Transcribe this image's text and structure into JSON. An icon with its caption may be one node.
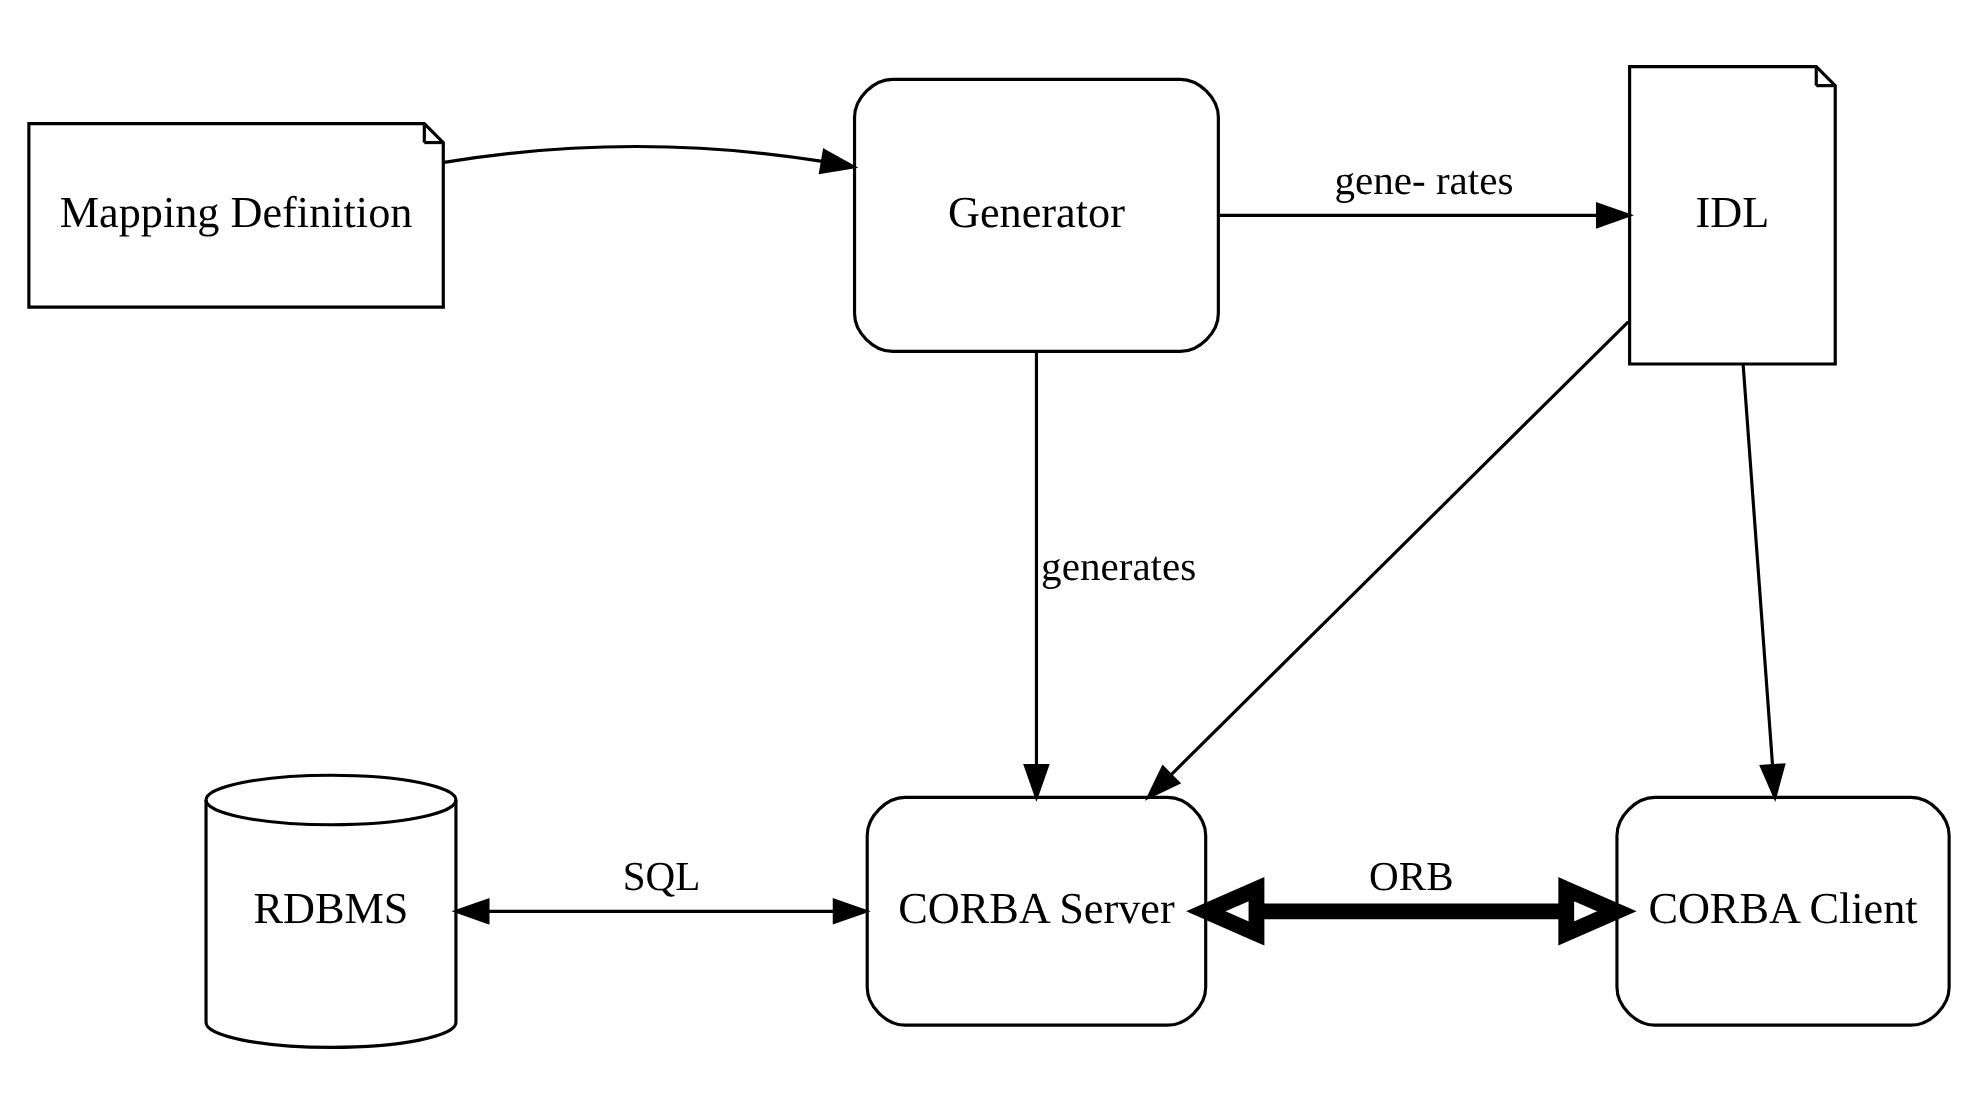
{
  "diagram": {
    "nodes": [
      {
        "text": [
          "Mapping Definition"
        ]
      },
      {
        "text": [
          "Generator"
        ]
      },
      {
        "text": [
          "IDL"
        ]
      },
      {
        "text": [
          "RDBMS"
        ]
      },
      {
        "text": [
          "CORBA Server"
        ]
      },
      {
        "text": [
          "CORBA Client"
        ]
      }
    ],
    "edges": [
      {
        "from": 0,
        "to": 1,
        "arrow": "to"
      },
      {
        "from": 1,
        "to": 2,
        "arrow": "to",
        "label": "gene- rates"
      },
      {
        "from": 1,
        "to": 4,
        "arrow": "to",
        "label": "generates"
      },
      {
        "from": 2,
        "to": 4,
        "arrow": "to"
      },
      {
        "from": 2,
        "to": 5,
        "arrow": "to"
      },
      {
        "from": 3,
        "to": 4,
        "arrow": "both",
        "label": "SQL"
      },
      {
        "from": 4,
        "to": 5,
        "arrow": "both",
        "label": "ORB",
        "style": "thick"
      }
    ]
  }
}
